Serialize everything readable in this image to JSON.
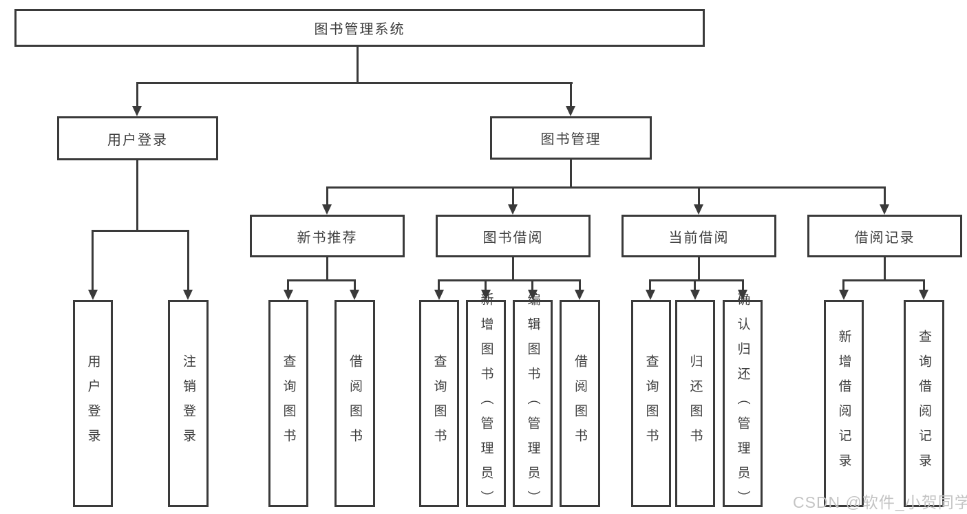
{
  "diagram": {
    "title": "图书管理系统",
    "level2": [
      {
        "label": "用户登录"
      },
      {
        "label": "图书管理"
      }
    ],
    "level3": [
      {
        "label": "新书推荐"
      },
      {
        "label": "图书借阅"
      },
      {
        "label": "当前借阅"
      },
      {
        "label": "借阅记录"
      }
    ],
    "leaves": {
      "login": [
        {
          "label": "用户登录"
        },
        {
          "label": "注销登录"
        }
      ],
      "recommend": [
        {
          "label": "查询图书"
        },
        {
          "label": "借阅图书"
        }
      ],
      "borrow": [
        {
          "label": "查询图书"
        },
        {
          "label": "新增图书︵管理员︶"
        },
        {
          "label": "编辑图书︵管理员︶"
        },
        {
          "label": "借阅图书"
        }
      ],
      "current": [
        {
          "label": "查询图书"
        },
        {
          "label": "归还图书"
        },
        {
          "label": "确认归还︵管理员︶"
        }
      ],
      "records": [
        {
          "label": "新增借阅记录"
        },
        {
          "label": "查询借阅记录"
        }
      ]
    },
    "watermark": "CSDN @软件_小贺同学",
    "colors": {
      "line": "#3a3a3a",
      "text": "#3f3f3f",
      "watermark": "#c4c4c4",
      "background": "#ffffff"
    }
  }
}
